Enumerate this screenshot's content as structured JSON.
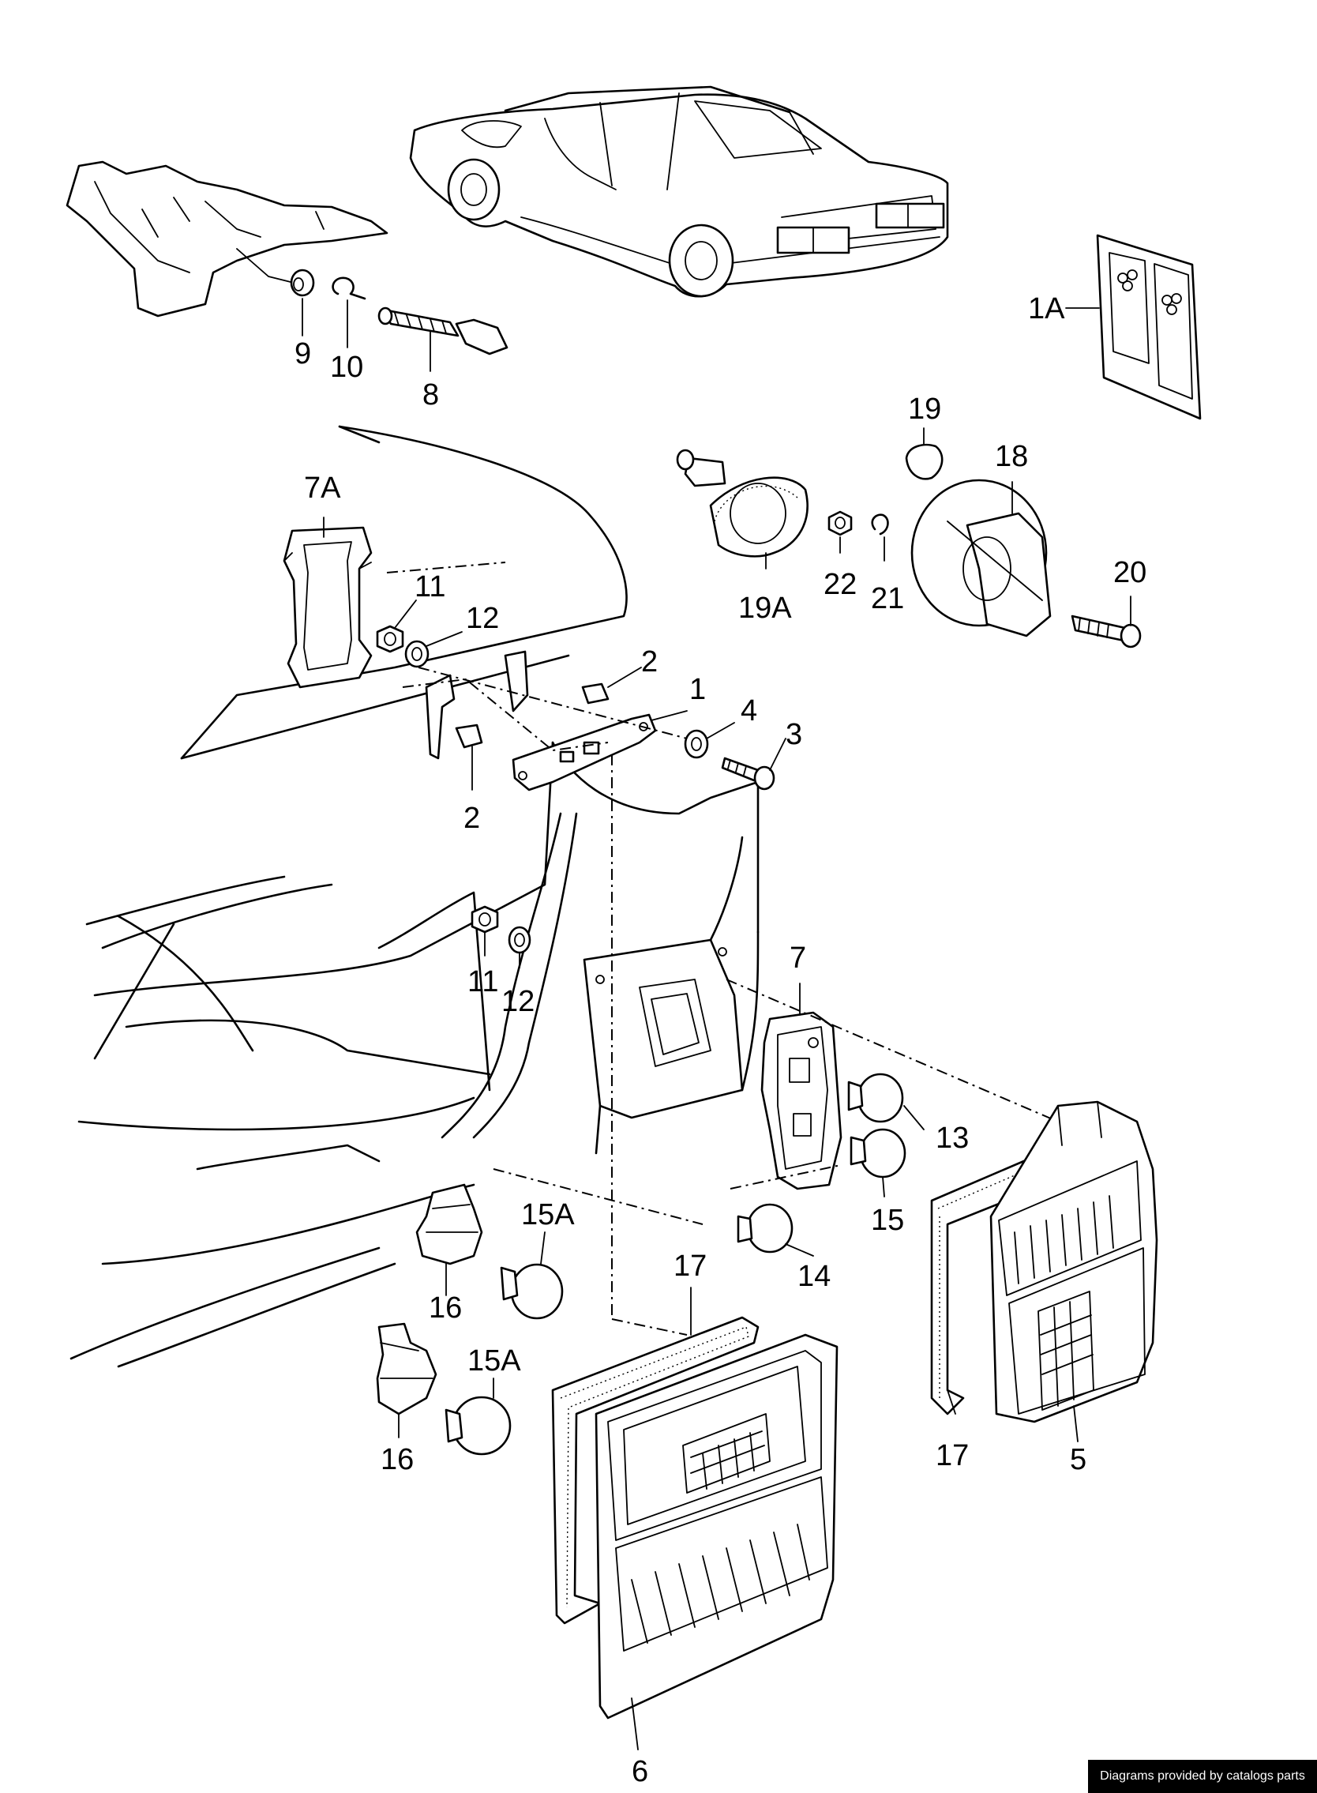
{
  "callouts": [
    {
      "id": "c-1A",
      "text": "1A"
    },
    {
      "id": "c-9",
      "text": "9"
    },
    {
      "id": "c-10",
      "text": "10"
    },
    {
      "id": "c-8",
      "text": "8"
    },
    {
      "id": "c-19",
      "text": "19"
    },
    {
      "id": "c-18",
      "text": "18"
    },
    {
      "id": "c-7A",
      "text": "7A"
    },
    {
      "id": "c-11a",
      "text": "11"
    },
    {
      "id": "c-12a",
      "text": "12"
    },
    {
      "id": "c-19A",
      "text": "19A"
    },
    {
      "id": "c-22",
      "text": "22"
    },
    {
      "id": "c-21",
      "text": "21"
    },
    {
      "id": "c-20",
      "text": "20"
    },
    {
      "id": "c-2a",
      "text": "2"
    },
    {
      "id": "c-1",
      "text": "1"
    },
    {
      "id": "c-4",
      "text": "4"
    },
    {
      "id": "c-3",
      "text": "3"
    },
    {
      "id": "c-2b",
      "text": "2"
    },
    {
      "id": "c-11b",
      "text": "11"
    },
    {
      "id": "c-12b",
      "text": "12"
    },
    {
      "id": "c-7",
      "text": "7"
    },
    {
      "id": "c-13",
      "text": "13"
    },
    {
      "id": "c-15",
      "text": "15"
    },
    {
      "id": "c-15Aa",
      "text": "15A"
    },
    {
      "id": "c-14",
      "text": "14"
    },
    {
      "id": "c-16a",
      "text": "16"
    },
    {
      "id": "c-17a",
      "text": "17"
    },
    {
      "id": "c-15Ab",
      "text": "15A"
    },
    {
      "id": "c-16b",
      "text": "16"
    },
    {
      "id": "c-17b",
      "text": "17"
    },
    {
      "id": "c-5",
      "text": "5"
    },
    {
      "id": "c-6",
      "text": "6"
    }
  ],
  "credit": "Diagrams provided by catalogs parts"
}
